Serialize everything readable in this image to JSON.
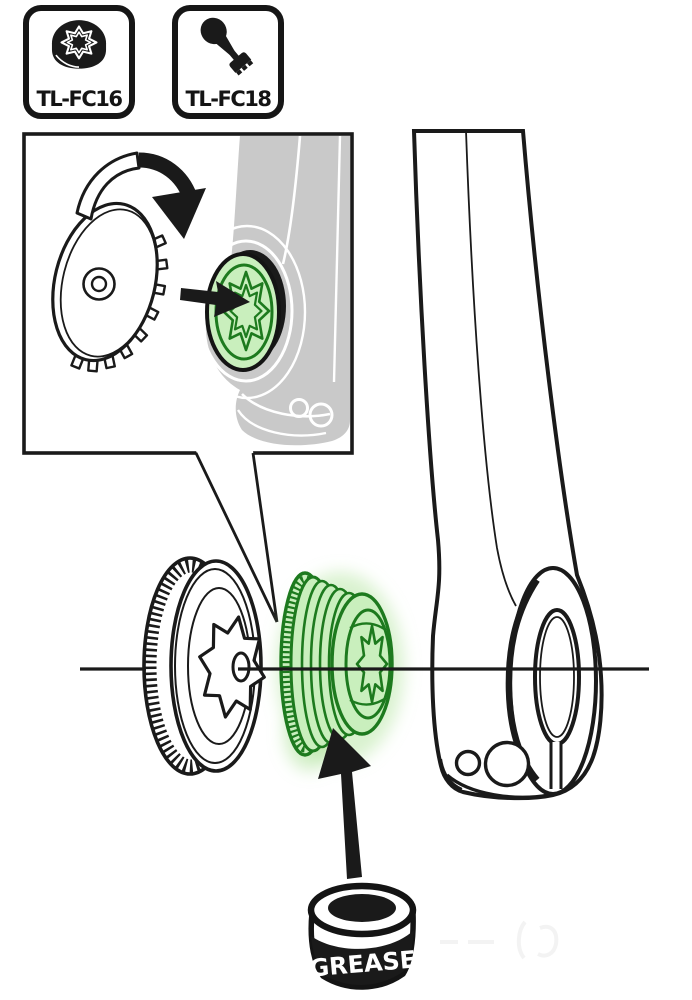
{
  "tool_badges": [
    {
      "label": "TL-FC16",
      "icon": "lockring-disc-tool-icon"
    },
    {
      "label": "TL-FC18",
      "icon": "crank-cap-wrench-tool-icon"
    }
  ],
  "inset": {
    "icons": [
      "rotate-clockwise-arrow-icon",
      "insert-direction-arrow-icon"
    ],
    "highlighted_part": "crank-arm-fixing-cap"
  },
  "main": {
    "grease_label": "GREASE",
    "icons": [
      "grease-pot-icon",
      "apply-grease-arrow-icon"
    ],
    "highlighted_part": "crank-arm-fixing-cap"
  },
  "colors": {
    "highlight_fill": "#c9efbd",
    "highlight_stroke": "#1d7a1e",
    "outline": "#1a1a1a",
    "arm_gray": "#c9c9c9"
  }
}
